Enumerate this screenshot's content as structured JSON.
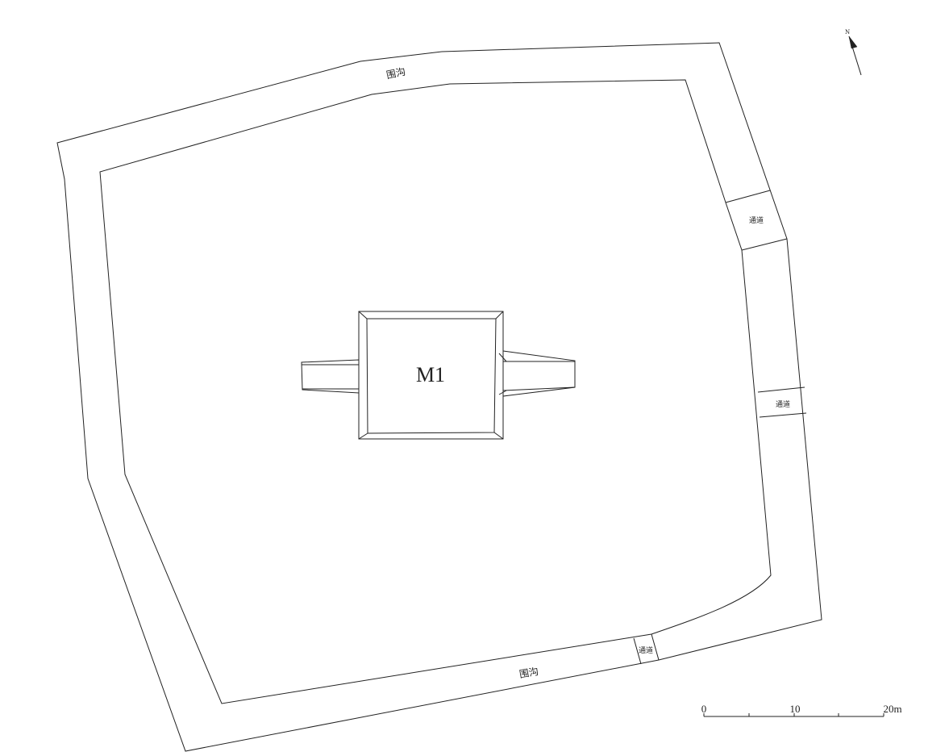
{
  "labels": {
    "north": "N",
    "moat_top": "围沟",
    "moat_bottom": "围沟",
    "passage_1": "通道",
    "passage_2": "通道",
    "passage_3": "通道",
    "tomb": "M1"
  },
  "scale_bar": {
    "ticks": [
      "0",
      "10",
      "20m"
    ]
  }
}
